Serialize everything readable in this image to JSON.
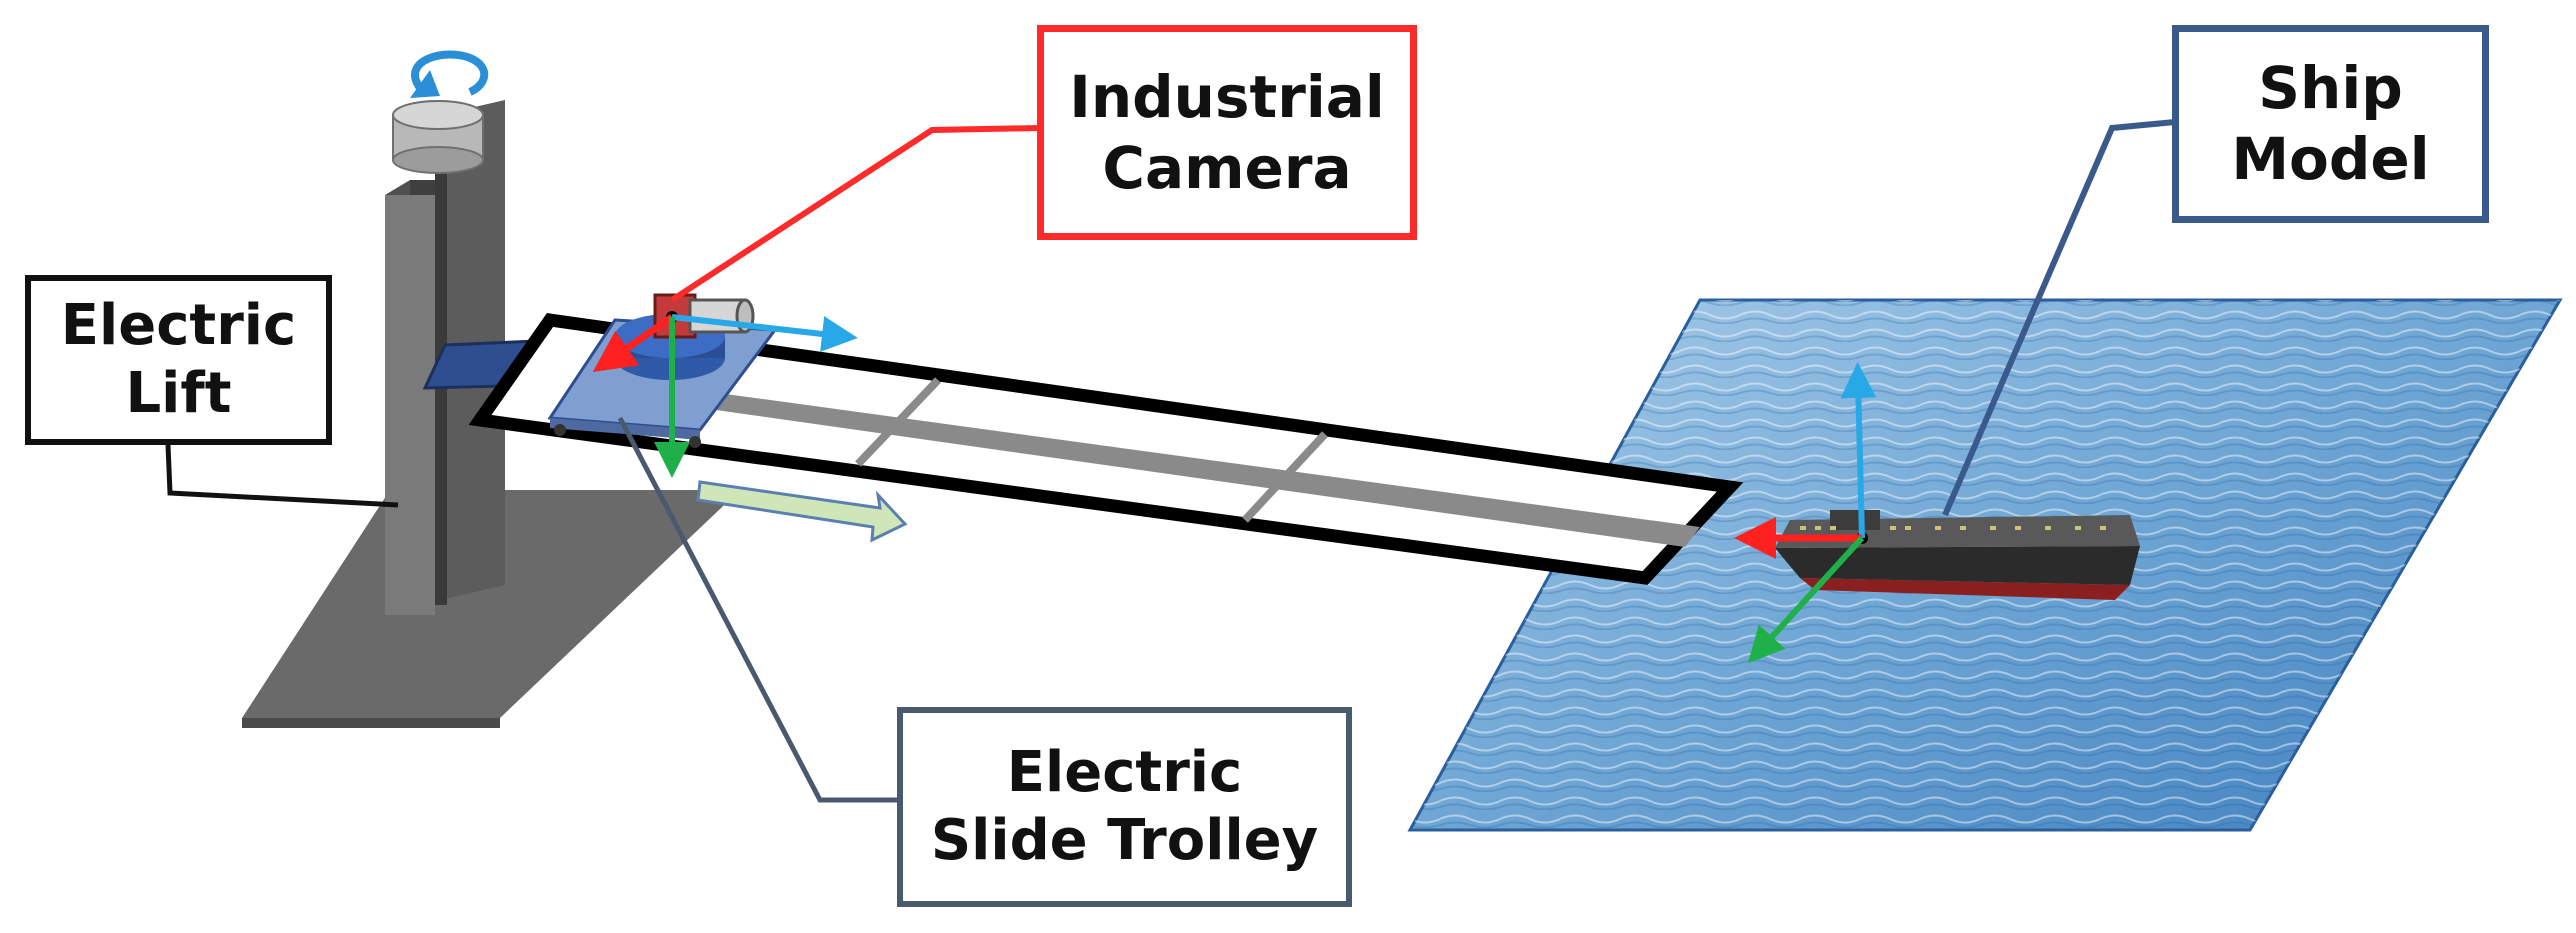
{
  "labels": {
    "industrial_camera": {
      "line1": "Industrial",
      "line2": "Camera"
    },
    "ship_model": {
      "line1": "Ship",
      "line2": "Model"
    },
    "electric_lift": {
      "line1": "Electric",
      "line2": "Lift"
    },
    "electric_slide_trolley": {
      "line1": "Electric",
      "line2": "Slide Trolley"
    }
  },
  "colors": {
    "camera_callout": "#ff2a2a",
    "ship_callout": "#3b5a8c",
    "lift_callout": "#111111",
    "trolley_callout": "#4a5a6e",
    "axis_x": "#ff2020",
    "axis_y": "#20b04a",
    "axis_z": "#29a8e8",
    "water": "#7fb0d8",
    "lift_body": "#6e6e6e",
    "trolley": "#8fa9d6",
    "motion_arrow": "#cfe6b8"
  },
  "icons": [
    "rotation-arrow-icon",
    "motion-direction-arrow-icon"
  ]
}
